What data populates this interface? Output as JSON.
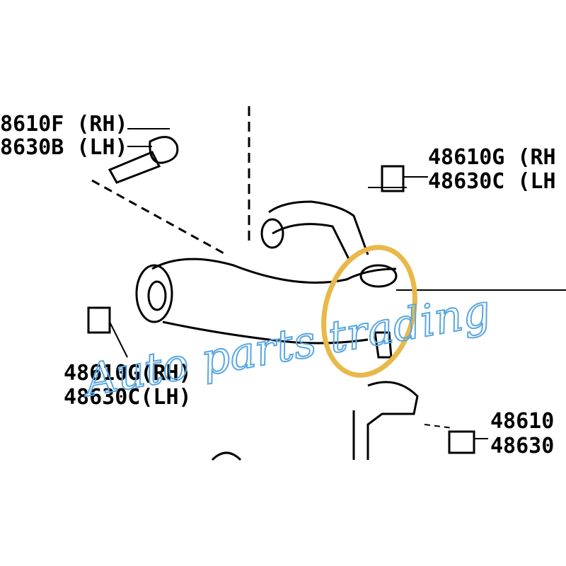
{
  "labels": {
    "bolt_rh": "8610F (RH)",
    "bolt_lh": "8630B (LH)",
    "nut_top_rh": "48610G (RH",
    "nut_top_lh": "48630C (LH",
    "nut_left_rh": "48610G(RH)",
    "nut_left_lh": "48630C(LH)",
    "nut_bottom_rh": "48610",
    "nut_bottom_lh": "48630"
  },
  "watermark": "Auto parts trading",
  "colors": {
    "highlight_circle": "#e8b94a",
    "watermark": "#5aa7e0",
    "line": "#000000"
  }
}
